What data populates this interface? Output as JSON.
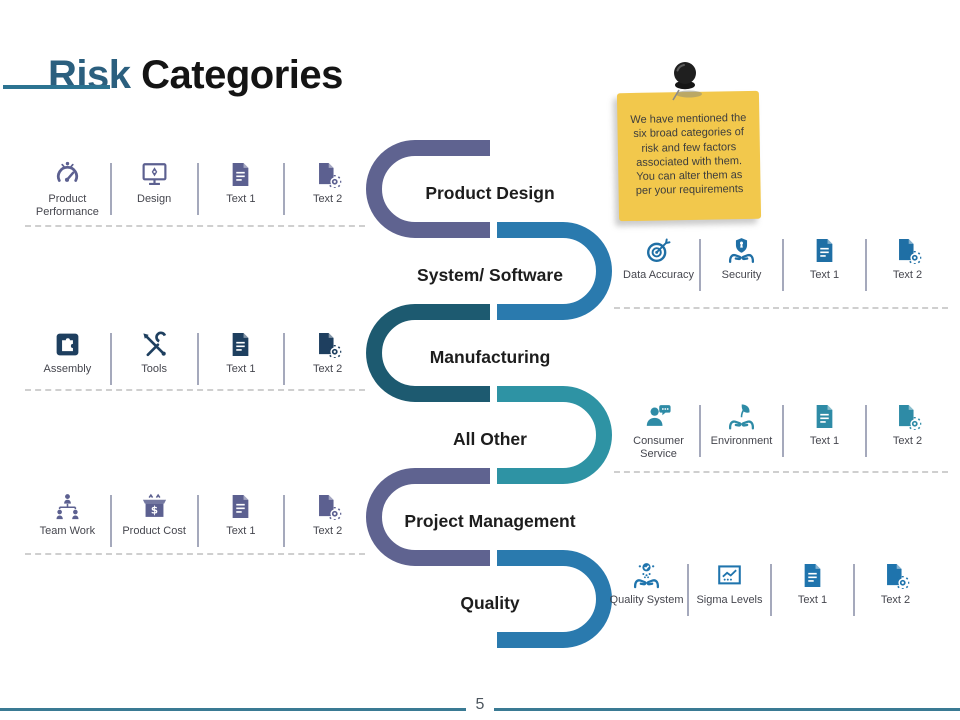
{
  "slide": {
    "title": {
      "accent": "Risk",
      "rest": "Categories"
    },
    "note": {
      "text": "We have mentioned the six broad categories of risk and few factors associated with them. You can alter them as per your requirements",
      "bg_color": "#F2C84C",
      "pin_icon": "push-pin-icon"
    },
    "footer": {
      "page_number": "5",
      "line_color": "#3A7A93"
    },
    "palette": {
      "title_accent": "#2B5F7E",
      "title_rest": "#141414",
      "underline": "#2C7391",
      "dash_line": "#CFCFCF",
      "category_label_text": "#1D1D1D",
      "item_label_text": "#45464E"
    }
  },
  "categories": [
    {
      "label": "Product Design",
      "side": "left",
      "path_color": "#5F6390",
      "icon_color": "#5C6090",
      "items": [
        {
          "icon": "gauge-performance-icon",
          "label": "Product Performance"
        },
        {
          "icon": "monitor-design-icon",
          "label": "Design"
        },
        {
          "icon": "document-icon",
          "label": "Text 1"
        },
        {
          "icon": "document-gear-icon",
          "label": "Text 2"
        }
      ]
    },
    {
      "label": "System/ Software",
      "side": "right",
      "path_color": "#2A7AAE",
      "icon_color": "#1F6FA5",
      "items": [
        {
          "icon": "target-arrow-icon",
          "label": "Data Accuracy"
        },
        {
          "icon": "shield-hands-icon",
          "label": "Security"
        },
        {
          "icon": "document-icon",
          "label": "Text 1"
        },
        {
          "icon": "document-gear-icon",
          "label": "Text 2"
        }
      ]
    },
    {
      "label": "Manufacturing",
      "side": "left",
      "path_color": "#1D5A70",
      "icon_color": "#1E3F5F",
      "items": [
        {
          "icon": "puzzle-icon",
          "label": "Assembly"
        },
        {
          "icon": "tools-icon",
          "label": "Tools"
        },
        {
          "icon": "document-icon",
          "label": "Text 1"
        },
        {
          "icon": "document-gear-icon",
          "label": "Text 2"
        }
      ]
    },
    {
      "label": "All Other",
      "side": "right",
      "path_color": "#2E93A4",
      "icon_color": "#2E8BA6",
      "items": [
        {
          "icon": "person-chat-icon",
          "label": "Consumer Service"
        },
        {
          "icon": "hands-leaf-icon",
          "label": "Environment"
        },
        {
          "icon": "document-icon",
          "label": "Text 1"
        },
        {
          "icon": "document-gear-icon",
          "label": "Text 2"
        }
      ]
    },
    {
      "label": "Project Management",
      "side": "left",
      "path_color": "#5F6390",
      "icon_color": "#5C6090",
      "items": [
        {
          "icon": "team-orgchart-icon",
          "label": "Team Work"
        },
        {
          "icon": "box-dollar-icon",
          "label": "Product Cost"
        },
        {
          "icon": "document-icon",
          "label": "Text 1"
        },
        {
          "icon": "document-gear-icon",
          "label": "Text 2"
        }
      ]
    },
    {
      "label": "Quality",
      "side": "right",
      "path_color": "#2A7AAE",
      "icon_color": "#1F74AD",
      "items": [
        {
          "icon": "hands-check-icon",
          "label": "Quality System"
        },
        {
          "icon": "chart-frame-icon",
          "label": "Sigma Levels"
        },
        {
          "icon": "document-icon",
          "label": "Text 1"
        },
        {
          "icon": "document-gear-icon",
          "label": "Text 2"
        }
      ]
    }
  ]
}
